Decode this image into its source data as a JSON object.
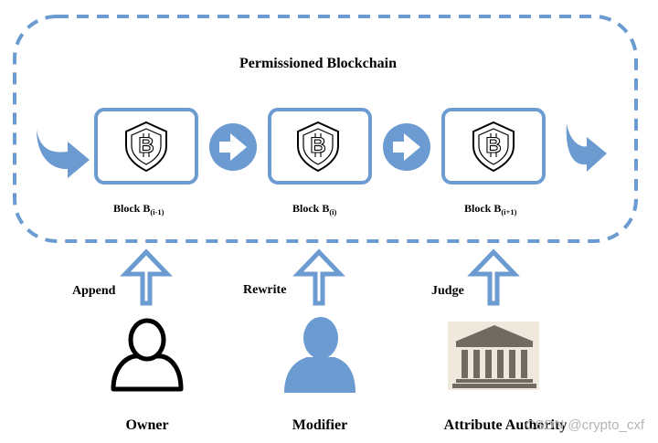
{
  "colors": {
    "accent": "#6b9bd1",
    "dashed_border": "#6b9bd1",
    "text": "#000000",
    "watermark": "#b4b4b4"
  },
  "diagram": {
    "title": "Permissioned Blockchain",
    "blocks": [
      {
        "label": "Block B",
        "subscript": "(i-1)",
        "icon": "bitcoin-shield-icon"
      },
      {
        "label": "Block B",
        "subscript": "(i)",
        "icon": "bitcoin-shield-icon"
      },
      {
        "label": "Block B",
        "subscript": "(i+1)",
        "icon": "bitcoin-shield-icon"
      }
    ],
    "actions": [
      {
        "label": "Append"
      },
      {
        "label": "Rewrite"
      },
      {
        "label": "Judge"
      }
    ],
    "roles": [
      {
        "label": "Owner",
        "icon": "user-outline-icon"
      },
      {
        "label": "Modifier",
        "icon": "user-filled-icon"
      },
      {
        "label": "Attribute Authority",
        "icon": "bank-building-icon"
      }
    ],
    "watermark": "CSDN @crypto_cxf"
  }
}
